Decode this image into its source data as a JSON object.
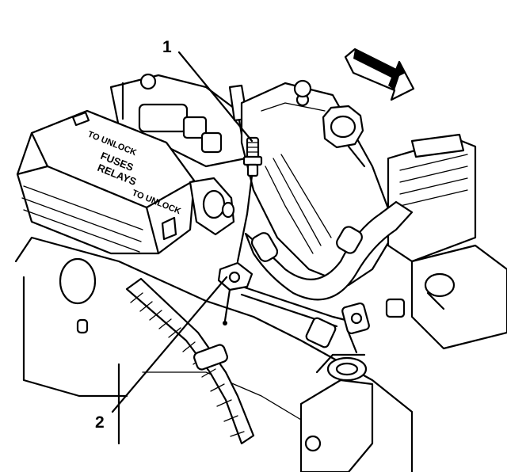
{
  "callouts": [
    {
      "number": "1",
      "target": "oxygen-sensor"
    },
    {
      "number": "2",
      "target": "sensor-bracket"
    }
  ],
  "fuse_box": {
    "main_label_line1": "FUSES",
    "main_label_line2": "RELAYS",
    "unlock_top": "TO UNLOCK",
    "unlock_bottom": "TO UNLOCK"
  },
  "direction_arrow": {
    "icon": "front-direction-arrow-icon"
  },
  "colors": {
    "line": "#000000",
    "background": "#ffffff"
  }
}
